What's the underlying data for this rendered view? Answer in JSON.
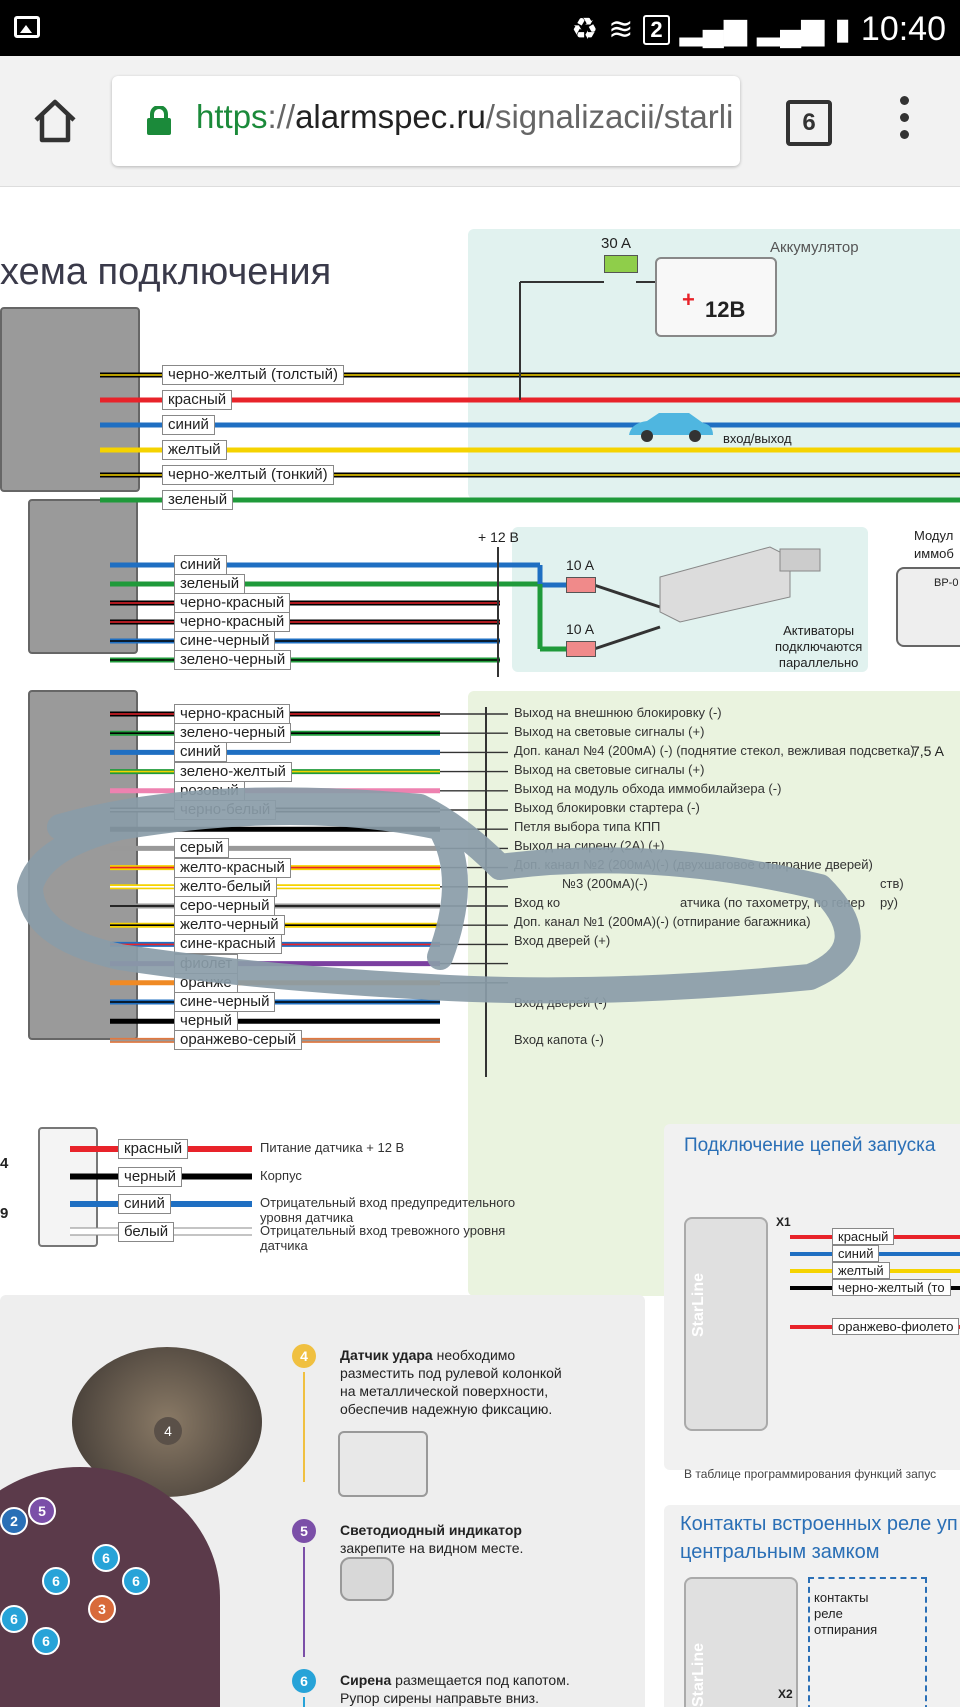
{
  "status_bar": {
    "sim": "2",
    "time": "10:40"
  },
  "browser": {
    "scheme": "https",
    "separator": "://",
    "host": "alarmspec.ru",
    "path": "/signalizacii/starli",
    "tab_count": "6"
  },
  "diagram": {
    "title": "хема подключения",
    "top": {
      "fuse": "30 A",
      "battery_label": "Аккумулятор",
      "battery_voltage": "12В",
      "battery_plus": "+",
      "car_label": "вход/выход",
      "wires": [
        {
          "label": "черно-желтый (толстый)",
          "color": "#000000",
          "stripe": "#f5d300"
        },
        {
          "label": "красный",
          "color": "#e8232a",
          "stripe": ""
        },
        {
          "label": "синий",
          "color": "#1f6fc2",
          "stripe": ""
        },
        {
          "label": "желтый",
          "color": "#f5d300",
          "stripe": ""
        },
        {
          "label": "черно-желтый (тонкий)",
          "color": "#000000",
          "stripe": "#f5d300"
        },
        {
          "label": "зеленый",
          "color": "#1f9a3a",
          "stripe": ""
        }
      ]
    },
    "mid": {
      "plus12": "+ 12 В",
      "fuse1": "10 A",
      "fuse2": "10 A",
      "actuator_text": [
        "Активаторы",
        "подключаются",
        "параллельно"
      ],
      "module_text": [
        "Модул",
        "иммоб"
      ],
      "module_code": "BP-0",
      "wires": [
        {
          "label": "синий",
          "color": "#1f6fc2",
          "stripe": ""
        },
        {
          "label": "зеленый",
          "color": "#1f9a3a",
          "stripe": ""
        },
        {
          "label": "черно-красный",
          "color": "#000000",
          "stripe": "#e8232a"
        },
        {
          "label": "черно-красный",
          "color": "#000000",
          "stripe": "#e8232a"
        },
        {
          "label": "сине-черный",
          "color": "#1f6fc2",
          "stripe": "#000000"
        },
        {
          "label": "зелено-черный",
          "color": "#1f9a3a",
          "stripe": "#000000"
        }
      ]
    },
    "main": {
      "fuse": "7,5 A",
      "wires": [
        {
          "label": "черно-красный",
          "color": "#000000",
          "stripe": "#e8232a"
        },
        {
          "label": "зелено-черный",
          "color": "#1f9a3a",
          "stripe": "#000000"
        },
        {
          "label": "синий",
          "color": "#1f6fc2",
          "stripe": ""
        },
        {
          "label": "зелено-желтый",
          "color": "#1f9a3a",
          "stripe": "#f5d300"
        },
        {
          "label": "розовый",
          "color": "#ee82b0",
          "stripe": ""
        },
        {
          "label": "черно-белый",
          "color": "#000000",
          "stripe": "#ffffff"
        },
        {
          "label": "",
          "color": "#000000",
          "stripe": ""
        },
        {
          "label": "серый",
          "color": "#999999",
          "stripe": ""
        },
        {
          "label": "желто-красный",
          "color": "#f5d300",
          "stripe": "#e8232a"
        },
        {
          "label": "желто-белый",
          "color": "#f5d300",
          "stripe": "#ffffff"
        },
        {
          "label": "серо-черный",
          "color": "#999999",
          "stripe": "#000000"
        },
        {
          "label": "желто-черный",
          "color": "#f5d300",
          "stripe": "#000000"
        },
        {
          "label": "сине-красный",
          "color": "#1f6fc2",
          "stripe": "#e8232a"
        },
        {
          "label": "фиолет",
          "color": "#7b3fa0",
          "stripe": ""
        },
        {
          "label": "оранже",
          "color": "#f08a24",
          "stripe": ""
        },
        {
          "label": "сине-черный",
          "color": "#1f6fc2",
          "stripe": "#000000"
        },
        {
          "label": "черный",
          "color": "#000000",
          "stripe": ""
        },
        {
          "label": "оранжево-серый",
          "color": "#e07840",
          "stripe": "#999999"
        }
      ],
      "signals": [
        "Выход на  внешнюю блокировку (-)",
        "Выход на световые сигналы (+)",
        "Доп. канал №4 (200мА) (-) (поднятие стекол, вежливая подсветка)",
        "Выход на световые сигналы (+)",
        "Выход на модуль обхода иммобилайзера (-)",
        "Выход блокировки стартера (-)",
        "Петля выбора типа КПП",
        "Выход на сирену (2А) (+)",
        "Доп. канал №2 (200мА)(-) (двухшаговое отпирание дверей)",
        "№3 (200мА)(-)",
        "Вход ко",
        "Доп. канал №1 (200мА)(-) (отпирание багажника)",
        "Вход дверей (+)",
        "Вход дверей (-)",
        "Вход капота (-)",
        "атчика (по тахометру, по генер",
        "ств)",
        "ру)"
      ]
    },
    "sensor": {
      "pins": [
        "4",
        "9"
      ],
      "wires": [
        {
          "label": "красный",
          "color": "#e8232a",
          "desc": "Питание датчика + 12 В"
        },
        {
          "label": "черный",
          "color": "#000000",
          "desc": "Корпус"
        },
        {
          "label": "синий",
          "color": "#1f6fc2",
          "desc": "Отрицательный вход предупредительного уровня датчика"
        },
        {
          "label": "белый",
          "color": "#ffffff",
          "desc": "Отрицательный вход тревожного уровня датчика"
        }
      ]
    },
    "start_panel": {
      "title": "Подключение цепей запуска",
      "connector": "X1",
      "brand": "StarLine",
      "wires": [
        {
          "label": "красный",
          "color": "#e8232a"
        },
        {
          "label": "синий",
          "color": "#1f6fc2"
        },
        {
          "label": "желтый",
          "color": "#f5d300"
        },
        {
          "label": "черно-желтый (то",
          "color": "#000000"
        },
        {
          "label": "оранжево-фиолето",
          "color": "#e8232a"
        }
      ],
      "footer": "В таблице программирования функций запус"
    },
    "relay_panel": {
      "title1": "Контакты встроенных реле уп",
      "title2": "центральным замком",
      "contact_label": [
        "контакты",
        "реле",
        "отпирания"
      ],
      "connector": "X2",
      "brand": "StarLine"
    },
    "install": {
      "items": [
        {
          "num": "4",
          "title": "Датчик удара",
          "text": [
            " необходимо",
            "разместить под рулевой колонкой",
            "на металлической поверхности,",
            "обеспечив надежную фиксацию."
          ],
          "color": "#f0c040"
        },
        {
          "num": "5",
          "title": "Светодиодный индикатор",
          "text": [
            "",
            "закрепите на видном месте."
          ],
          "color": "#7b4fa8"
        },
        {
          "num": "6",
          "title": "Сирена",
          "text": [
            " размещается под капотом.",
            "Рупор сирены направьте вниз."
          ],
          "color": "#27a3d8"
        }
      ],
      "photo_num": "4",
      "car_markers": [
        "2",
        "5",
        "6",
        "6",
        "6",
        "3",
        "6",
        "6"
      ]
    }
  }
}
